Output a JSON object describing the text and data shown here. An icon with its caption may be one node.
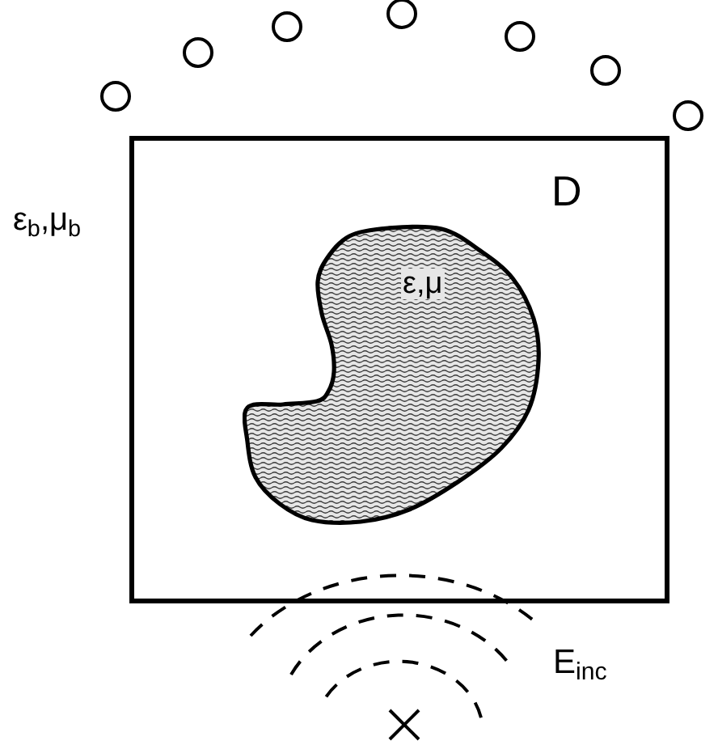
{
  "diagram": {
    "nodes": [
      {
        "text": [
          "D"
        ]
      },
      {
        "text": [
          "ε,μ"
        ],
        "in": 0
      },
      {
        "text": [],
        "shape": "circle"
      },
      {
        "text": [],
        "shape": "circle"
      },
      {
        "text": [],
        "shape": "circle"
      },
      {
        "text": [],
        "shape": "circle"
      },
      {
        "text": [],
        "shape": "circle"
      },
      {
        "text": [],
        "shape": "circle"
      },
      {
        "text": [],
        "shape": "circle"
      },
      {
        "text": [],
        "shape": "cross"
      }
    ],
    "labels": [
      "ε$_{b}$,μ$_{b}$",
      "E$_{inc}$"
    ]
  }
}
